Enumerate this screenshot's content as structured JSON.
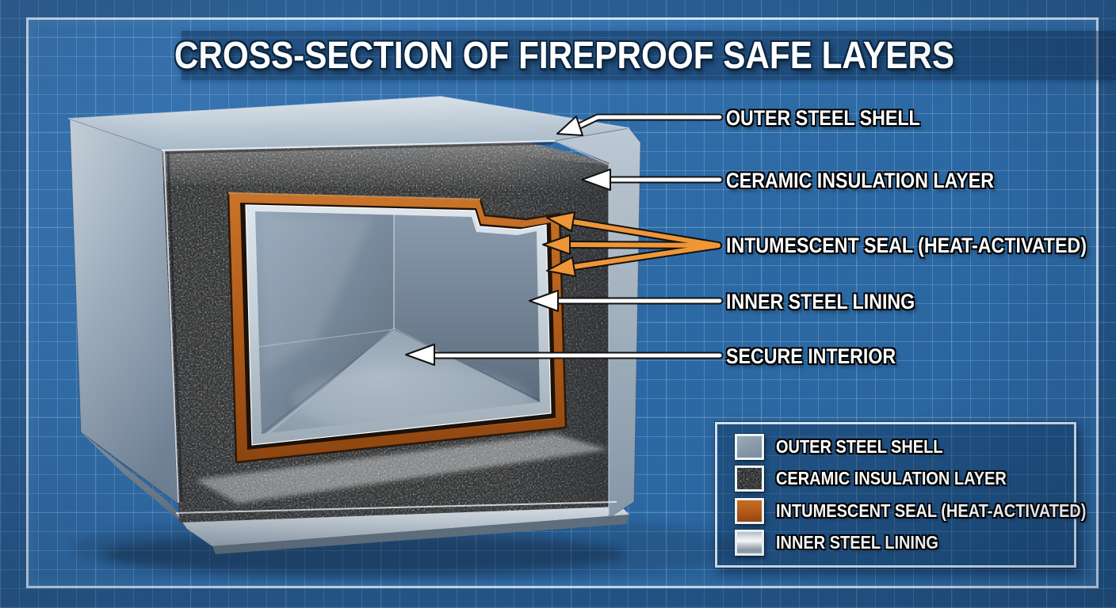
{
  "title": "CROSS-SECTION OF FIREPROOF SAFE LAYERS",
  "callouts": [
    {
      "label": "OUTER STEEL SHELL",
      "arrow_color": "#ffffff",
      "arrow_count": 1
    },
    {
      "label": "CERAMIC INSULATION LAYER",
      "arrow_color": "#ffffff",
      "arrow_count": 1
    },
    {
      "label": "INTUMESCENT SEAL (HEAT-ACTIVATED)",
      "arrow_color": "#ee9638",
      "arrow_count": 3
    },
    {
      "label": "INNER STEEL LINING",
      "arrow_color": "#ffffff",
      "arrow_count": 1
    },
    {
      "label": "SECURE INTERIOR",
      "arrow_color": "#ffffff",
      "arrow_count": 1
    }
  ],
  "legend": {
    "items": [
      {
        "label": "OUTER STEEL SHELL",
        "swatch": "steel-flat",
        "color": "#8c9cab"
      },
      {
        "label": "CERAMIC INSULATION LAYER",
        "swatch": "speckled-gray",
        "color": "#c4c7c9"
      },
      {
        "label": "INTUMESCENT SEAL (HEAT-ACTIVATED)",
        "swatch": "orange-solid",
        "color": "#b05a1a"
      },
      {
        "label": "INNER STEEL LINING",
        "swatch": "steel-gradient",
        "color": "#cfd8e0"
      }
    ]
  },
  "colors": {
    "background_blue": "#2e6ba7",
    "grid_line": "#c6e0f8",
    "banner_navy": "#0b2748",
    "text_white": "#ffffff",
    "steel_shell": "#a9bac8",
    "insulation_gray": "#c4c7c9",
    "intumescent_orange": "#b05a1a",
    "arrow_orange": "#ee9638",
    "interior_steel": "#7d8da0"
  }
}
